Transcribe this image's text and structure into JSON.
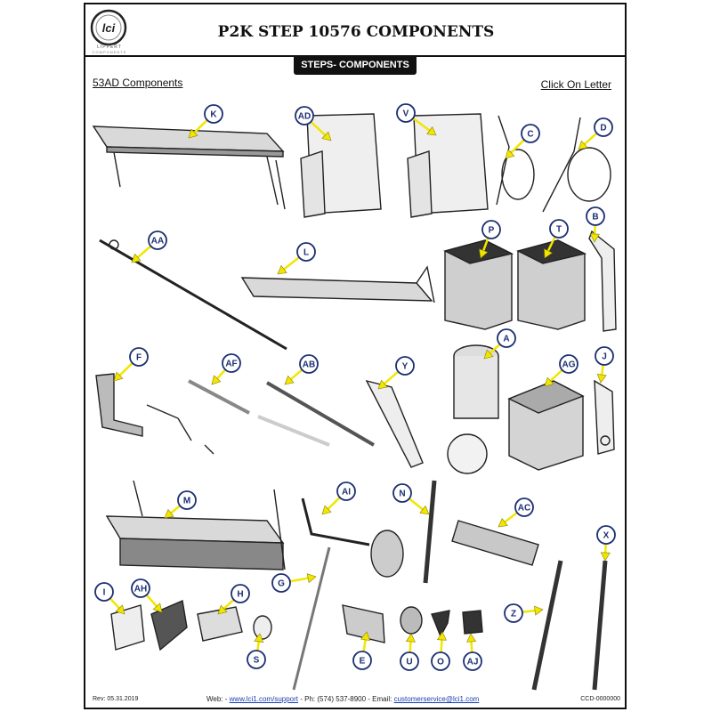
{
  "header": {
    "title": "P2K STEP 10576 COMPONENTS",
    "tab_label": "STEPS- COMPONENTS",
    "brand_line1": "LIPPERT",
    "brand_line2": "COMPONENTS"
  },
  "subheader": {
    "left": "53AD Components",
    "right": "Click On Letter"
  },
  "parts": [
    {
      "letter": "K"
    },
    {
      "letter": "AD"
    },
    {
      "letter": "V"
    },
    {
      "letter": "C"
    },
    {
      "letter": "D"
    },
    {
      "letter": "AA"
    },
    {
      "letter": "L"
    },
    {
      "letter": "P"
    },
    {
      "letter": "T"
    },
    {
      "letter": "B"
    },
    {
      "letter": "F"
    },
    {
      "letter": "AF"
    },
    {
      "letter": "AB"
    },
    {
      "letter": "Y"
    },
    {
      "letter": "A"
    },
    {
      "letter": "AG"
    },
    {
      "letter": "J"
    },
    {
      "letter": "M"
    },
    {
      "letter": "AI"
    },
    {
      "letter": "N"
    },
    {
      "letter": "AC"
    },
    {
      "letter": "X"
    },
    {
      "letter": "G"
    },
    {
      "letter": "I"
    },
    {
      "letter": "AH"
    },
    {
      "letter": "H"
    },
    {
      "letter": "S"
    },
    {
      "letter": "E"
    },
    {
      "letter": "U"
    },
    {
      "letter": "O"
    },
    {
      "letter": "AJ"
    },
    {
      "letter": "Z"
    }
  ],
  "footer": {
    "rev": "Rev: 05.31.2019",
    "web_prefix": "Web: - ",
    "web_link": "www.lci1.com/support",
    "phone": " - Ph: (574) 537-8900 - Email: ",
    "email": "customerservice@lci1.com",
    "code": "CCD-0000000"
  },
  "colors": {
    "label_ring": "#1c2f73",
    "label_fill": "#ffffff",
    "pointer": "#f2e600",
    "ink": "#111111"
  }
}
